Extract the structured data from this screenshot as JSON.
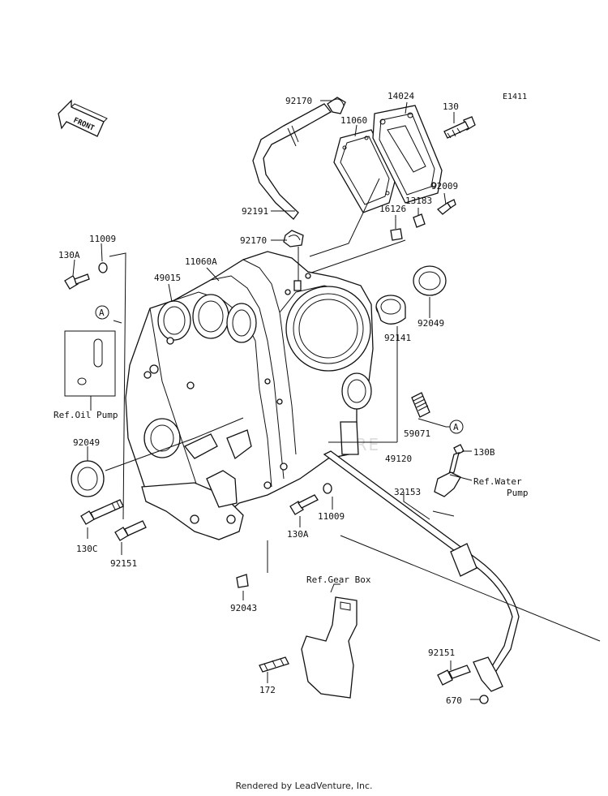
{
  "diagram_code": "E1411",
  "front_label": "FRONT",
  "callout_marker": "A",
  "watermark": "LEADVENTURE",
  "part_labels": {
    "p92170_top": "92170",
    "p14024": "14024",
    "p130": "130",
    "p11060": "11060",
    "p92009": "92009",
    "p13183": "13183",
    "p92191": "92191",
    "p16126": "16126",
    "p92170_mid": "92170",
    "p11009_left": "11009",
    "p130A_left": "130A",
    "p11060A": "11060A",
    "p49015": "49015",
    "p92141": "92141",
    "p92049_right": "92049",
    "p59071": "59071",
    "p49120": "49120",
    "p130B": "130B",
    "p92049_left": "92049",
    "p32153": "32153",
    "p11009_mid": "11009",
    "p130A_mid": "130A",
    "p130C": "130C",
    "p92151_left": "92151",
    "p92043": "92043",
    "p92151_right": "92151",
    "p172": "172",
    "p670": "670"
  },
  "ref_labels": {
    "oil_pump": "Ref.Oil Pump",
    "water_pump_line1": "Ref.Water",
    "water_pump_line2": "Pump",
    "gear_box": "Ref.Gear Box"
  },
  "footer": "Rendered by LeadVenture, Inc."
}
